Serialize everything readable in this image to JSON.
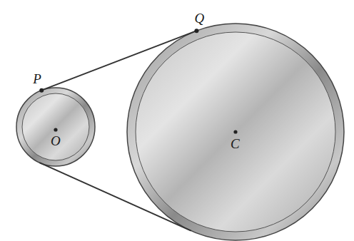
{
  "diagram": {
    "labels": [
      "P",
      "Q",
      "O",
      "C"
    ]
  }
}
